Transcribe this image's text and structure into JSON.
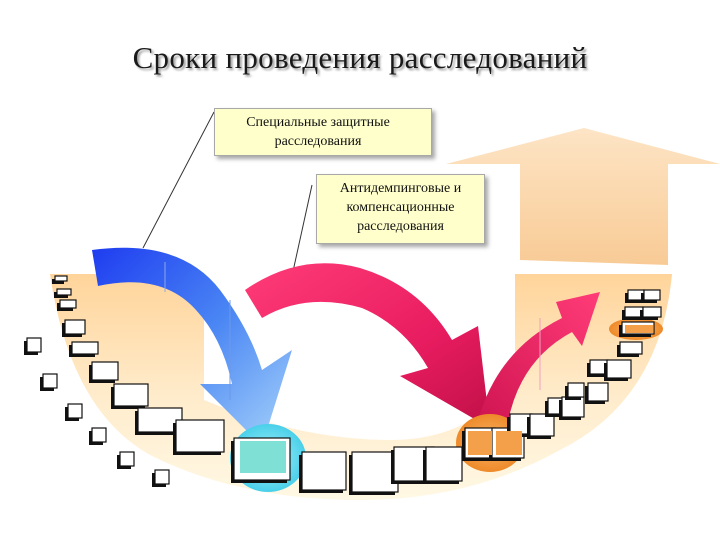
{
  "title": "Сроки проведения расследований",
  "labels": {
    "safeguard": "Специальные защитные расследования",
    "antidumping": "Антидемпинговые и компенсационные расследования"
  },
  "colors": {
    "blue_arrow": "#3c6ff0",
    "pink_arrow": "#f0286e",
    "peach_arrow": "#fbd2a8",
    "bowl": "#ffe6b4",
    "highlight_cyan": "#55dcf0",
    "highlight_orange": "#f09632",
    "label_fill": "#ffffcc"
  }
}
